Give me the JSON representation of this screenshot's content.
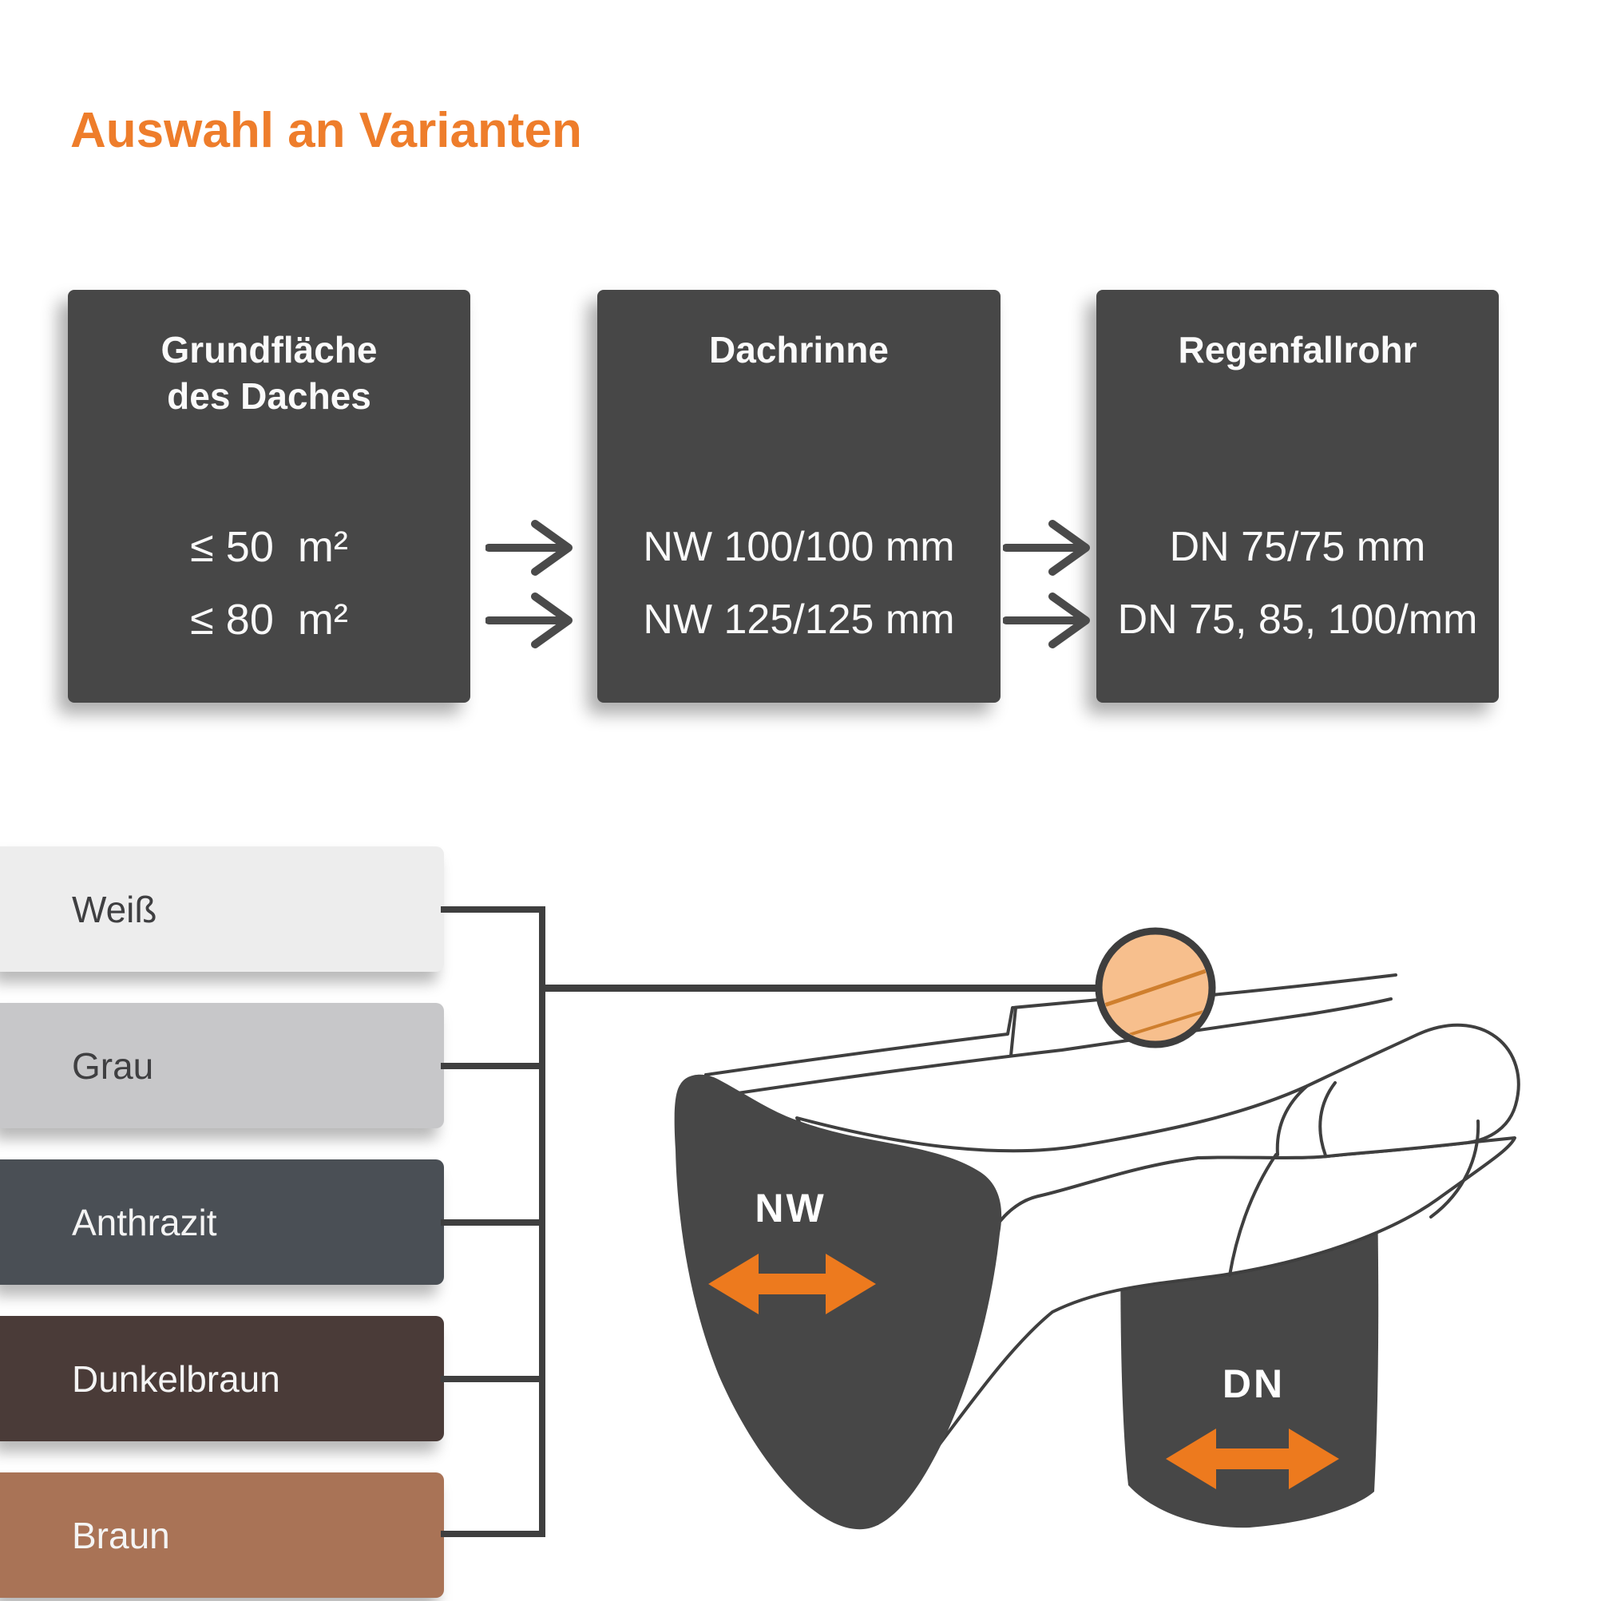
{
  "title": {
    "text": "Auswahl an Varianten",
    "color": "#EE7D2B"
  },
  "flow": {
    "box_bg": "#474747",
    "arrow_color": "#4A4A4A",
    "boxes": [
      {
        "title_line1": "Grundfläche",
        "title_line2": "des Daches",
        "items": [
          "≤ 50  m²",
          "≤ 80  m²"
        ]
      },
      {
        "title_line1": "Dachrinne",
        "title_line2": "",
        "items": [
          "NW 100/100 mm",
          "NW 125/125 mm"
        ]
      },
      {
        "title_line1": "Regenfallrohr",
        "title_line2": "",
        "items": [
          "DN 75/75 mm",
          "DN 75, 85, 100/mm"
        ]
      }
    ]
  },
  "legend": {
    "line_color": "#3F3F3F",
    "swatches": [
      {
        "label": "Weiß",
        "bg": "#EDEDED",
        "text_color": "#3F3F41"
      },
      {
        "label": "Grau",
        "bg": "#C7C7C9",
        "text_color": "#3F3F41"
      },
      {
        "label": "Anthrazit",
        "bg": "#4A4F55",
        "text_color": "#F4F4F4"
      },
      {
        "label": "Dunkelbraun",
        "bg": "#4A3B38",
        "text_color": "#F4F4F4"
      },
      {
        "label": "Braun",
        "bg": "#A97356",
        "text_color": "#F4F4F4"
      }
    ]
  },
  "illustration": {
    "gutter_label": "NW",
    "pipe_label": "DN",
    "dark": "#474747",
    "line": "#3F3F3F",
    "accent_orange": "#ED7A1E",
    "circle_fill": "#F7BF8D",
    "circle_line": "#CF7F2E"
  }
}
